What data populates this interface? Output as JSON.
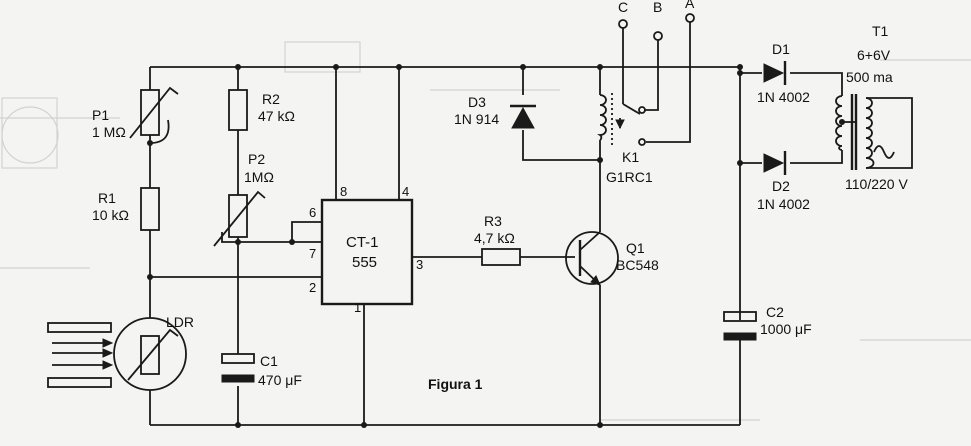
{
  "figure": {
    "caption": "Figura 1"
  },
  "switch_terminals": {
    "c": "C",
    "b": "B",
    "a": "A"
  },
  "components": {
    "p1": {
      "name": "P1",
      "value": "1 MΩ"
    },
    "r1": {
      "name": "R1",
      "value": "10 kΩ"
    },
    "ldr": {
      "name": "LDR"
    },
    "r2": {
      "name": "R2",
      "value": "47 kΩ"
    },
    "p2": {
      "name": "P2",
      "value": "1MΩ"
    },
    "c1": {
      "name": "C1",
      "value": "470 μF"
    },
    "ic": {
      "name": "CT-1",
      "type": "555",
      "pins": {
        "p8": "8",
        "p4": "4",
        "p6": "6",
        "p7": "7",
        "p2": "2",
        "p3": "3",
        "p1": "1"
      }
    },
    "r3": {
      "name": "R3",
      "value": "4,7 kΩ"
    },
    "q1": {
      "name": "Q1",
      "type": "BC548"
    },
    "d3": {
      "name": "D3",
      "type": "1N 914"
    },
    "k1": {
      "name": "K1",
      "type": "G1RC1"
    },
    "d1": {
      "name": "D1",
      "type": "1N 4002"
    },
    "d2": {
      "name": "D2",
      "type": "1N 4002"
    },
    "c2": {
      "name": "C2",
      "value": "1000 μF"
    },
    "t1": {
      "name": "T1",
      "rating": "6+6V",
      "current": "500 ma",
      "mains": "110/220 V"
    }
  }
}
